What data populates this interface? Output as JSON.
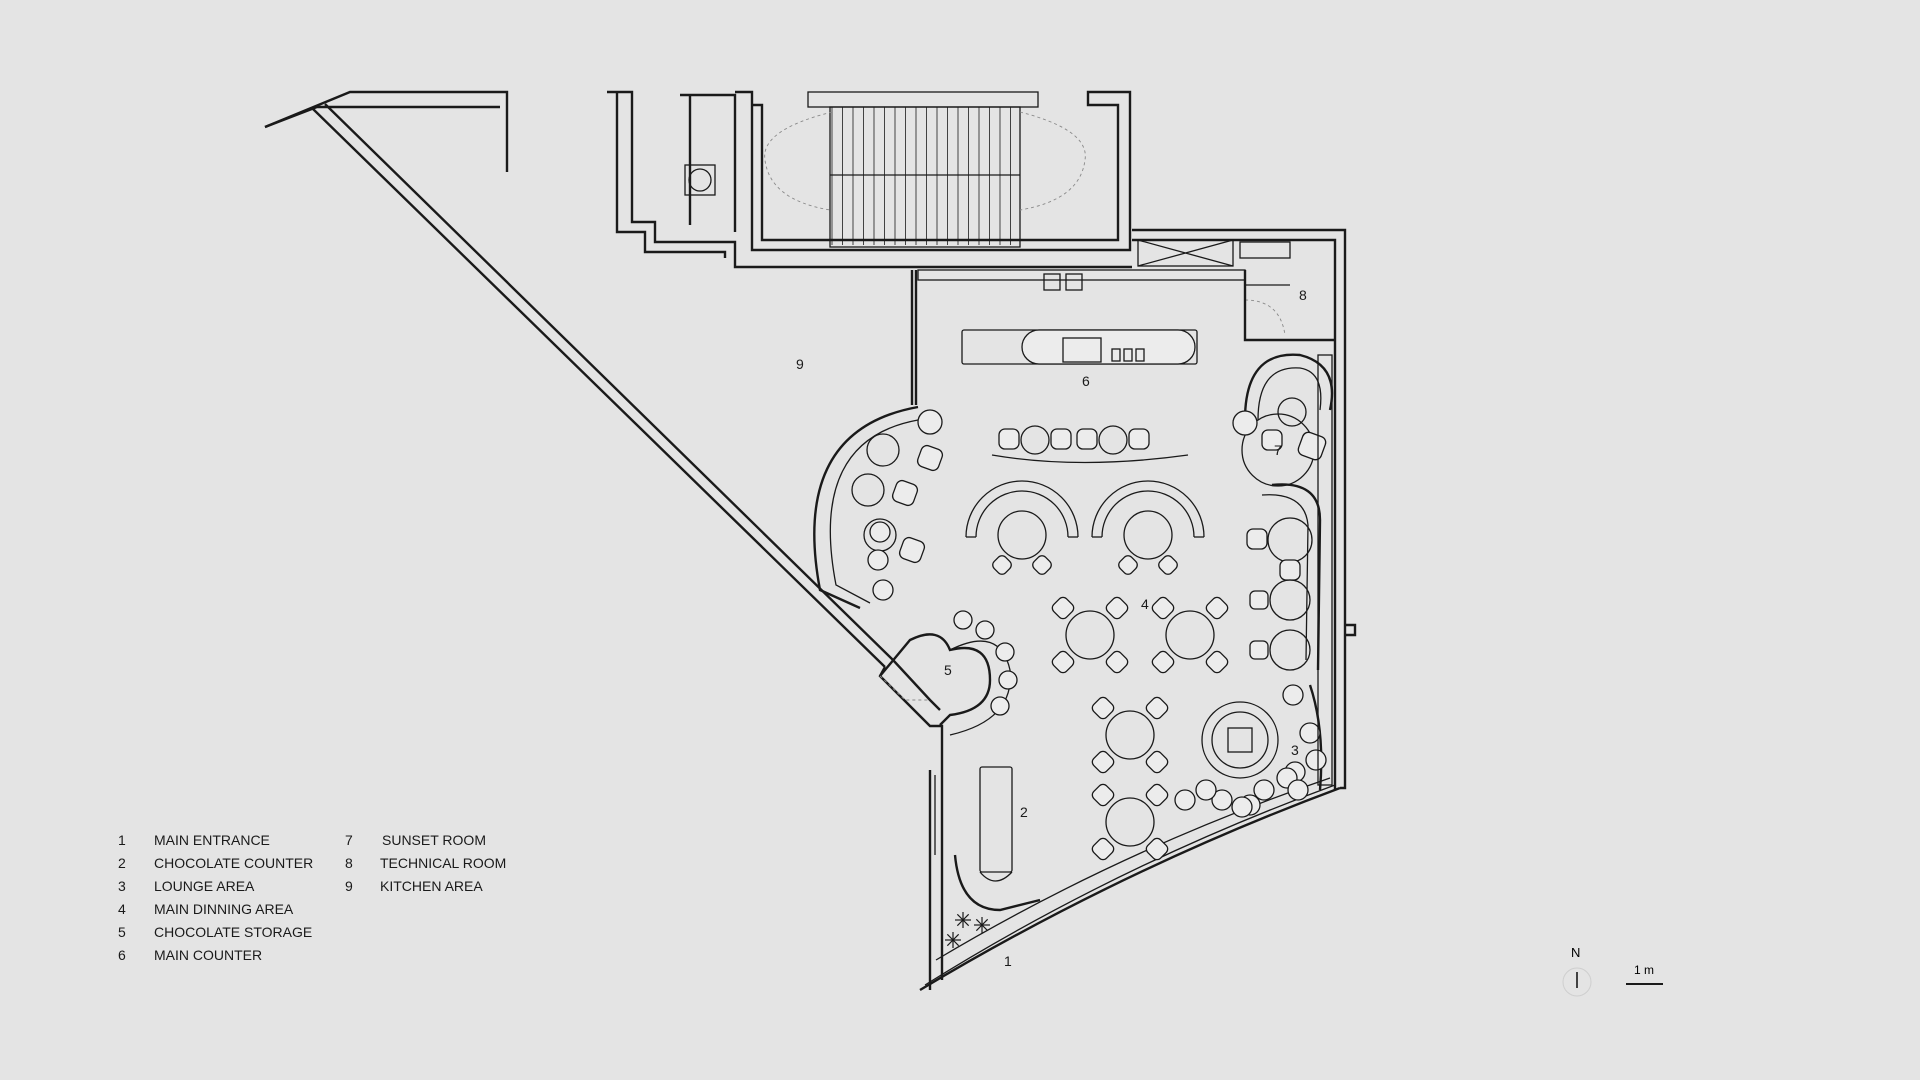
{
  "room_labels": [
    {
      "id": "r1",
      "text": "1"
    },
    {
      "id": "r2",
      "text": "2"
    },
    {
      "id": "r3",
      "text": "3"
    },
    {
      "id": "r4",
      "text": "4"
    },
    {
      "id": "r5",
      "text": "5"
    },
    {
      "id": "r6",
      "text": "6"
    },
    {
      "id": "r7",
      "text": "7"
    },
    {
      "id": "r8",
      "text": "8"
    },
    {
      "id": "r9",
      "text": "9"
    }
  ],
  "legend": {
    "items": [
      {
        "number": "1",
        "label": "MAIN ENTRANCE"
      },
      {
        "number": "2",
        "label": "CHOCOLATE COUNTER"
      },
      {
        "number": "3",
        "label": "LOUNGE AREA"
      },
      {
        "number": "4",
        "label": "MAIN DINNING AREA"
      },
      {
        "number": "5",
        "label": "CHOCOLATE STORAGE"
      },
      {
        "number": "6",
        "label": "MAIN COUNTER"
      },
      {
        "number": "7",
        "label": "SUNSET ROOM"
      },
      {
        "number": "8",
        "label": "TECHNICAL ROOM"
      },
      {
        "number": "9",
        "label": "KITCHEN AREA"
      }
    ]
  },
  "north_arrow": {
    "label": "N"
  },
  "scale_bar": {
    "label": "1 m"
  }
}
